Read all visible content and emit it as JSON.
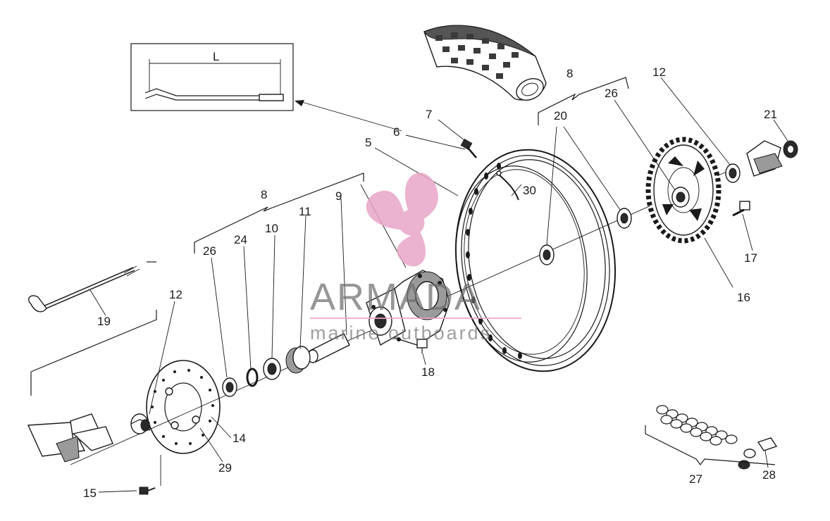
{
  "diagram": {
    "inset_label": "L",
    "callouts": [
      {
        "id": "c6",
        "text": "6"
      },
      {
        "id": "c7",
        "text": "7"
      },
      {
        "id": "c5",
        "text": "5"
      },
      {
        "id": "c8a",
        "text": "8"
      },
      {
        "id": "c8b",
        "text": "8"
      },
      {
        "id": "c20",
        "text": "20"
      },
      {
        "id": "c26a",
        "text": "26"
      },
      {
        "id": "c12a",
        "text": "12"
      },
      {
        "id": "c21",
        "text": "21"
      },
      {
        "id": "c30",
        "text": "30"
      },
      {
        "id": "c9",
        "text": "9"
      },
      {
        "id": "c11",
        "text": "11"
      },
      {
        "id": "c10",
        "text": "10"
      },
      {
        "id": "c24",
        "text": "24"
      },
      {
        "id": "c26b",
        "text": "26"
      },
      {
        "id": "c17",
        "text": "17"
      },
      {
        "id": "c16",
        "text": "16"
      },
      {
        "id": "c19",
        "text": "19"
      },
      {
        "id": "c12b",
        "text": "12"
      },
      {
        "id": "c18",
        "text": "18"
      },
      {
        "id": "c14",
        "text": "14"
      },
      {
        "id": "c29",
        "text": "29"
      },
      {
        "id": "c15",
        "text": "15"
      },
      {
        "id": "c27",
        "text": "27"
      },
      {
        "id": "c28",
        "text": "28"
      }
    ]
  },
  "watermark": {
    "brand": "ARMADA",
    "tagline": "marine outboards",
    "color": "#e8a6c8"
  }
}
